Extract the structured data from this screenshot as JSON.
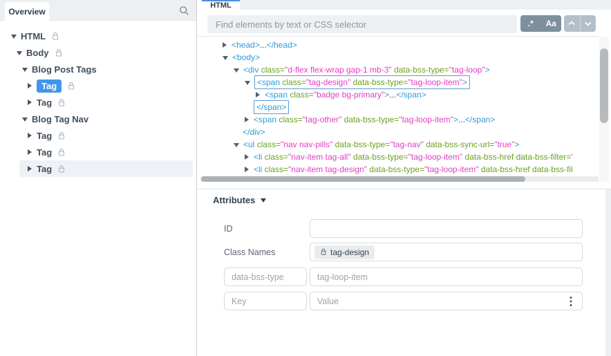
{
  "colors": {
    "accent": "#4a90d9",
    "tag-blue": "#2e9bd6",
    "attr-green": "#6aa21e",
    "val-magenta": "#e03ec1",
    "sel-bg": "#4296e8",
    "bar-bg": "#edf0f2",
    "muted": "#9aa3ab"
  },
  "icons": [
    "search-icon",
    "lock-icon",
    "expander-arrow-icon",
    "chevron-up-icon",
    "chevron-down-icon",
    "kebab-menu-icon",
    "dropdown-arrow-icon"
  ],
  "sidebar": {
    "tab": "Overview",
    "tree": [
      {
        "label": "HTML",
        "depth": 0,
        "state": "expanded",
        "locked": true
      },
      {
        "label": "Body",
        "depth": 1,
        "state": "expanded",
        "locked": true
      },
      {
        "label": "Blog Post Tags",
        "depth": 2,
        "state": "expanded",
        "locked": false
      },
      {
        "label": "Tag",
        "depth": 3,
        "state": "collapsed",
        "locked": true,
        "selected": true
      },
      {
        "label": "Tag",
        "depth": 3,
        "state": "collapsed",
        "locked": true
      },
      {
        "label": "Blog Tag Nav",
        "depth": 2,
        "state": "expanded",
        "locked": false
      },
      {
        "label": "Tag",
        "depth": 3,
        "state": "collapsed",
        "locked": true
      },
      {
        "label": "Tag",
        "depth": 3,
        "state": "collapsed",
        "locked": true
      },
      {
        "label": "Tag",
        "depth": 3,
        "state": "collapsed",
        "locked": true,
        "hovered": true
      }
    ]
  },
  "editor": {
    "tab": "HTML",
    "search": {
      "placeholder": "Find elements by text or CSS selector",
      "regex_button": ".*",
      "match_case_button": "Aa"
    },
    "code_lines": [
      {
        "indent": 1,
        "arrow": "collapsed",
        "tokens": [
          [
            "tag",
            "<head>"
          ],
          [
            "plain",
            "..."
          ],
          [
            "tag",
            "</head>"
          ]
        ]
      },
      {
        "indent": 1,
        "arrow": "expanded",
        "tokens": [
          [
            "tag",
            "<body>"
          ]
        ]
      },
      {
        "indent": 2,
        "arrow": "expanded",
        "tokens": [
          [
            "tag",
            "<div"
          ],
          [
            "attr",
            " class="
          ],
          [
            "val",
            "\"d-flex flex-wrap gap-1 mb-3\""
          ],
          [
            "attr",
            " data-bss-type="
          ],
          [
            "val",
            "\"tag-loop\""
          ],
          [
            "tag",
            ">"
          ]
        ]
      },
      {
        "indent": 3,
        "arrow": "expanded",
        "boxed": true,
        "tokens": [
          [
            "tag",
            "<span"
          ],
          [
            "attr",
            " class="
          ],
          [
            "val",
            "\"tag-design\""
          ],
          [
            "attr",
            " data-bss-type="
          ],
          [
            "val",
            "\"tag-loop-item\""
          ],
          [
            "tag",
            ">"
          ]
        ]
      },
      {
        "indent": 4,
        "arrow": "collapsed",
        "tokens": [
          [
            "tag",
            "<span"
          ],
          [
            "attr",
            " class="
          ],
          [
            "val",
            "\"badge bg-primary\""
          ],
          [
            "tag",
            ">"
          ],
          [
            "plain",
            "..."
          ],
          [
            "tag",
            "</span>"
          ]
        ]
      },
      {
        "indent": 3,
        "closing": true,
        "boxed": true,
        "tokens": [
          [
            "tag",
            "</span>"
          ]
        ]
      },
      {
        "indent": 3,
        "arrow": "collapsed",
        "tokens": [
          [
            "tag",
            "<span"
          ],
          [
            "attr",
            " class="
          ],
          [
            "val",
            "\"tag-other\""
          ],
          [
            "attr",
            " data-bss-type="
          ],
          [
            "val",
            "\"tag-loop-item\""
          ],
          [
            "tag",
            ">"
          ],
          [
            "plain",
            "..."
          ],
          [
            "tag",
            "</span>"
          ]
        ]
      },
      {
        "indent": 2,
        "closing": true,
        "tokens": [
          [
            "tag",
            "</div>"
          ]
        ]
      },
      {
        "indent": 2,
        "arrow": "expanded",
        "tokens": [
          [
            "tag",
            "<ul"
          ],
          [
            "attr",
            " class="
          ],
          [
            "val",
            "\"nav nav-pills\""
          ],
          [
            "attr",
            " data-bss-type="
          ],
          [
            "val",
            "\"tag-nav\""
          ],
          [
            "attr",
            " data-bss-sync-url="
          ],
          [
            "val",
            "\"true\""
          ],
          [
            "tag",
            ">"
          ]
        ]
      },
      {
        "indent": 3,
        "arrow": "collapsed",
        "tokens": [
          [
            "tag",
            "<li"
          ],
          [
            "attr",
            " class="
          ],
          [
            "val",
            "\"nav-item tag-all\""
          ],
          [
            "attr",
            " data-bss-type="
          ],
          [
            "val",
            "\"tag-loop-item\""
          ],
          [
            "attr",
            " data-bss-href"
          ],
          [
            "attr",
            " data-bss-filter="
          ],
          [
            "val",
            "'"
          ]
        ]
      },
      {
        "indent": 3,
        "arrow": "collapsed",
        "tokens": [
          [
            "tag",
            "<li"
          ],
          [
            "attr",
            " class="
          ],
          [
            "val",
            "\"nav-item tag-design\""
          ],
          [
            "attr",
            " data-bss-type="
          ],
          [
            "val",
            "\"tag-loop-item\""
          ],
          [
            "attr",
            " data-bss-href"
          ],
          [
            "attr",
            " data-bss-fil"
          ]
        ]
      }
    ]
  },
  "attributes_panel": {
    "title": "Attributes",
    "id_row": {
      "label": "ID",
      "value": ""
    },
    "class_row": {
      "label": "Class Names",
      "chip": {
        "text": "tag-design",
        "locked": true
      }
    },
    "attr_row": {
      "key": "data-bss-type",
      "value": "tag-loop-item"
    },
    "new_row": {
      "key_placeholder": "Key",
      "value_placeholder": "Value"
    }
  }
}
